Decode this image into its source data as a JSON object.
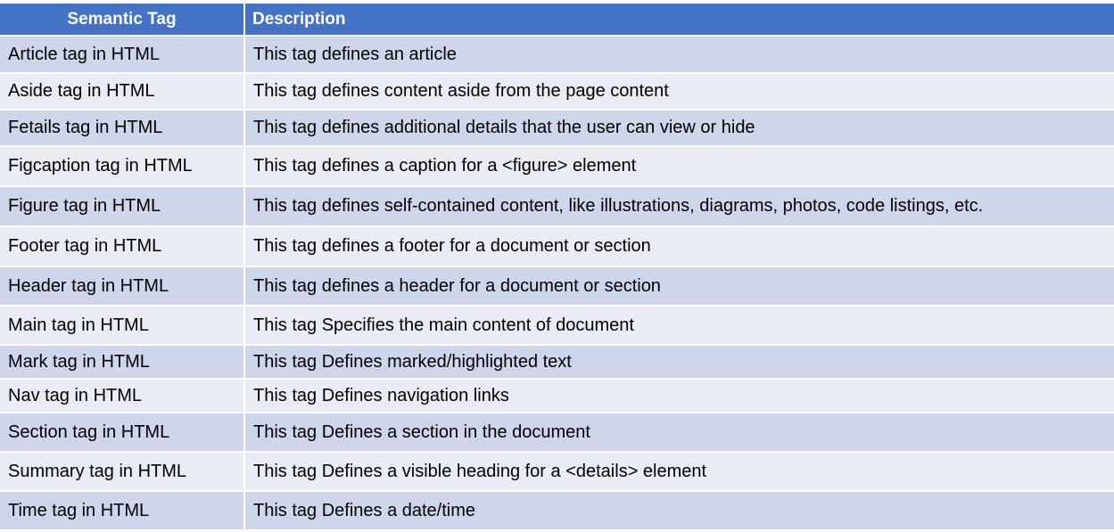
{
  "table": {
    "headers": [
      "Semantic Tag",
      "Description"
    ],
    "rows": [
      {
        "tag": "Article tag in HTML",
        "description": "This tag defines an article"
      },
      {
        "tag": "Aside tag in HTML",
        "description": "This tag defines content aside from the page content"
      },
      {
        "tag": "Fetails tag in HTML",
        "description": "This tag defines additional details that the user can view or hide"
      },
      {
        "tag": "Figcaption tag in HTML",
        "description": "This tag defines a caption for a <figure> element"
      },
      {
        "tag": "Figure tag in HTML",
        "description": "This tag defines self-contained content, like illustrations, diagrams, photos, code listings, etc."
      },
      {
        "tag": "Footer tag in HTML",
        "description": "This tag defines a footer for a document or section"
      },
      {
        "tag": "Header tag in HTML",
        "description": "This tag defines a header for a document or section"
      },
      {
        "tag": "Main tag in HTML",
        "description": "This tag  Specifies the main content of document"
      },
      {
        "tag": "Mark tag in HTML",
        "description": "This tag  Defines marked/highlighted text"
      },
      {
        "tag": "Nav tag in HTML",
        "description": "This tag  Defines navigation links"
      },
      {
        "tag": "Section tag in HTML",
        "description": "This tag  Defines a section in the document"
      },
      {
        "tag": "Summary tag in HTML",
        "description": "This tag  Defines a visible heading for a <details> element"
      },
      {
        "tag": "Time tag in HTML",
        "description": "This tag  Defines a date/time"
      }
    ]
  },
  "colors": {
    "header_bg": "#4472c4",
    "row_odd": "#cfd5ea",
    "row_even": "#e9ebf5"
  }
}
